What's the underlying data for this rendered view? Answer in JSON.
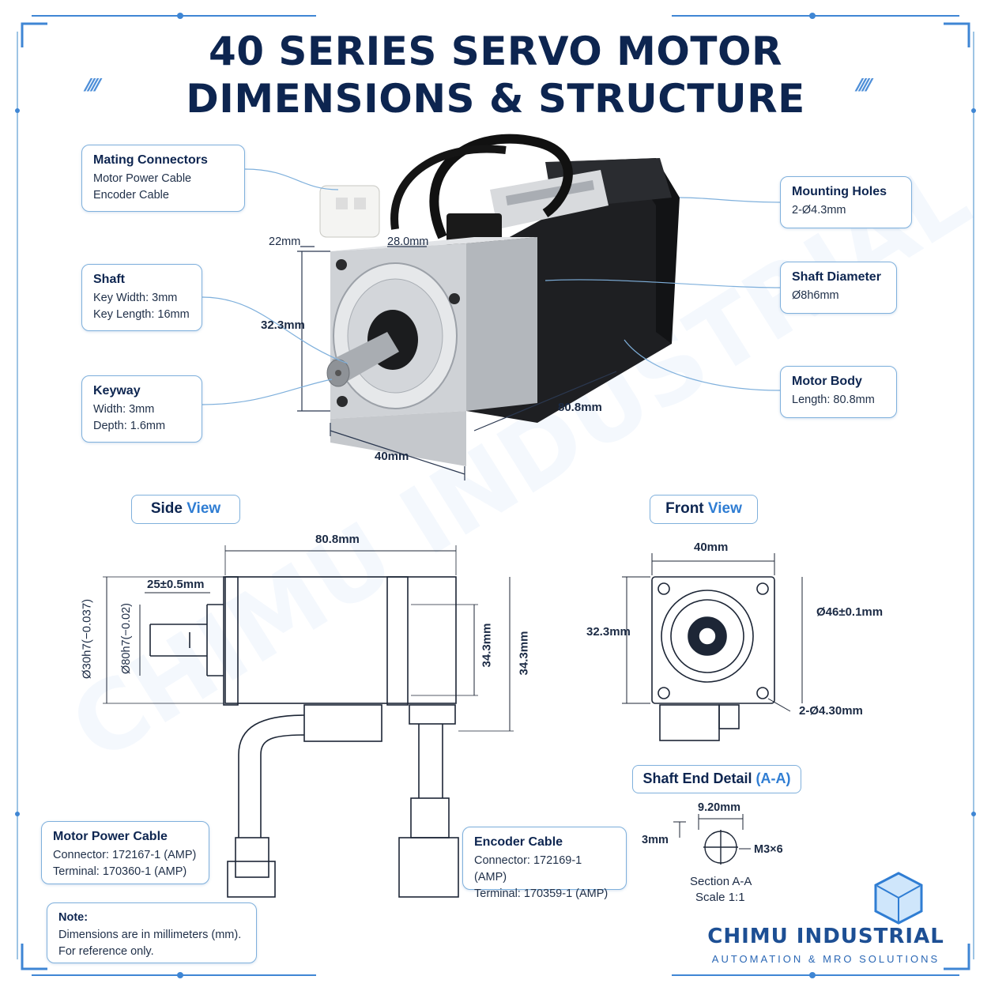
{
  "title": {
    "line1": "40 SERIES SERVO MOTOR",
    "line2": "DIMENSIONS & STRUCTURE"
  },
  "callouts": {
    "mating": {
      "heading": "Mating Connectors",
      "lines": [
        "Motor Power Cable",
        "Encoder Cable"
      ]
    },
    "shaft": {
      "heading": "Shaft",
      "lines": [
        "Key Width: 3mm",
        "Key Length: 16mm"
      ]
    },
    "keyway": {
      "heading": "Keyway",
      "lines": [
        "Width: 3mm",
        "Depth: 1.6mm"
      ]
    },
    "mounting": {
      "heading": "Mounting Holes",
      "lines": [
        "2-Ø4.3mm"
      ]
    },
    "shaft_diameter": {
      "heading": "Shaft Diameter",
      "lines": [
        "Ø8h6mm"
      ]
    },
    "motor_body": {
      "heading": "Motor Body",
      "lines": [
        "Length: 80.8mm"
      ]
    },
    "power_cable": {
      "heading": "Motor Power Cable",
      "lines": [
        "Connector: 172167-1 (AMP)",
        "Terminal: 170360-1 (AMP)"
      ]
    },
    "encoder_cable": {
      "heading": "Encoder Cable",
      "lines": [
        "Connector: 172169-1 (AMP)",
        "Terminal: 170359-1 (AMP)"
      ]
    },
    "note": {
      "heading": "Note:",
      "lines": [
        "Dimensions are in millimeters (mm).",
        "For reference only."
      ]
    }
  },
  "iso_dims": {
    "d22": "22mm",
    "d28": "28.0mm",
    "d323": "32.3mm",
    "d40": "40mm",
    "d808": "80.8mm"
  },
  "side_view": {
    "label_a": "Side ",
    "label_b": "View",
    "length": "80.8mm",
    "shaft_len": "25±0.5mm",
    "d30": "Ø30h7(−0.037)",
    "d80": "Ø80h7(−0.02)",
    "h343a": "34.3mm",
    "h343b": "34.3mm"
  },
  "front_view": {
    "label_a": "Front ",
    "label_b": "View",
    "width": "40mm",
    "height": "32.3mm",
    "pcd": "Ø46±0.1mm",
    "holes": "2-Ø4.30mm"
  },
  "shaft_detail": {
    "label_a": "Shaft End Detail ",
    "label_b": "(A-A)",
    "width": "9.20mm",
    "depth": "3mm",
    "thread": "M3×6",
    "section": "Section A-A",
    "scale": "Scale 1:1"
  },
  "brand": {
    "name": "CHIMU INDUSTRIAL",
    "tagline": "AUTOMATION & MRO SOLUTIONS"
  },
  "colors": {
    "accent": "#2f7dd3",
    "navy": "#0d2550",
    "frame": "#3f86d4"
  }
}
